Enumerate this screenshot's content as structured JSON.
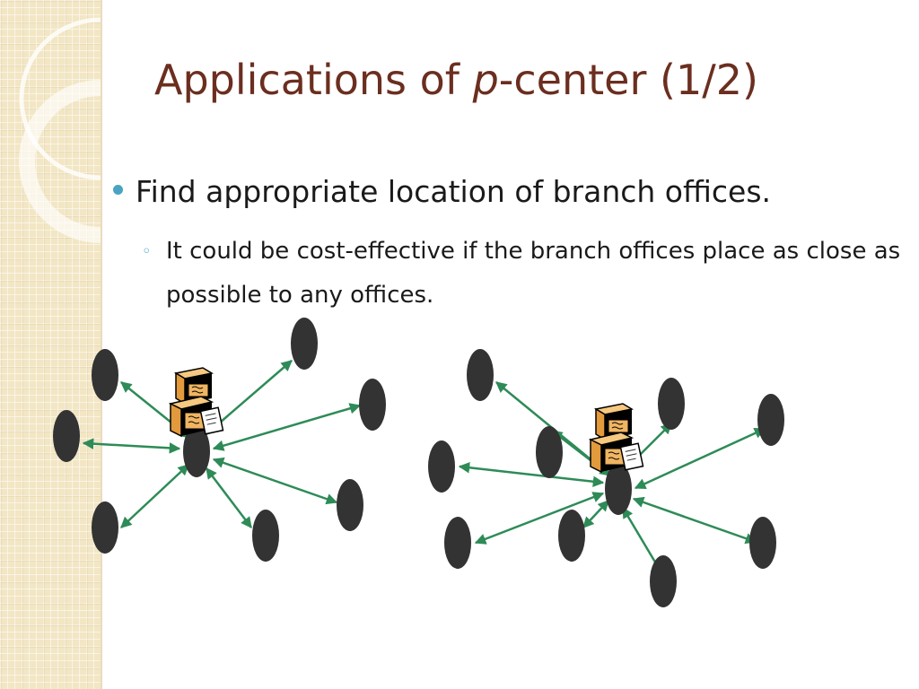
{
  "slide": {
    "title_prefix": "Applications of ",
    "title_italic": "p",
    "title_suffix": "-center (1/2)",
    "bullet_main": "Find appropriate location of branch offices.",
    "bullet_sub": "It could be cost-effective if the branch offices place as close as possible to any offices."
  },
  "icons": {
    "bullet": "filled-circle-bullet",
    "sub_bullet": "hollow-circle-bullet",
    "branch_office": "office-boxes-icon"
  },
  "colors": {
    "title": "#6b2e1f",
    "bullet": "#4aa3c3",
    "node": "#333333",
    "edge": "#2e8b57",
    "band": "#f2e6c4"
  }
}
